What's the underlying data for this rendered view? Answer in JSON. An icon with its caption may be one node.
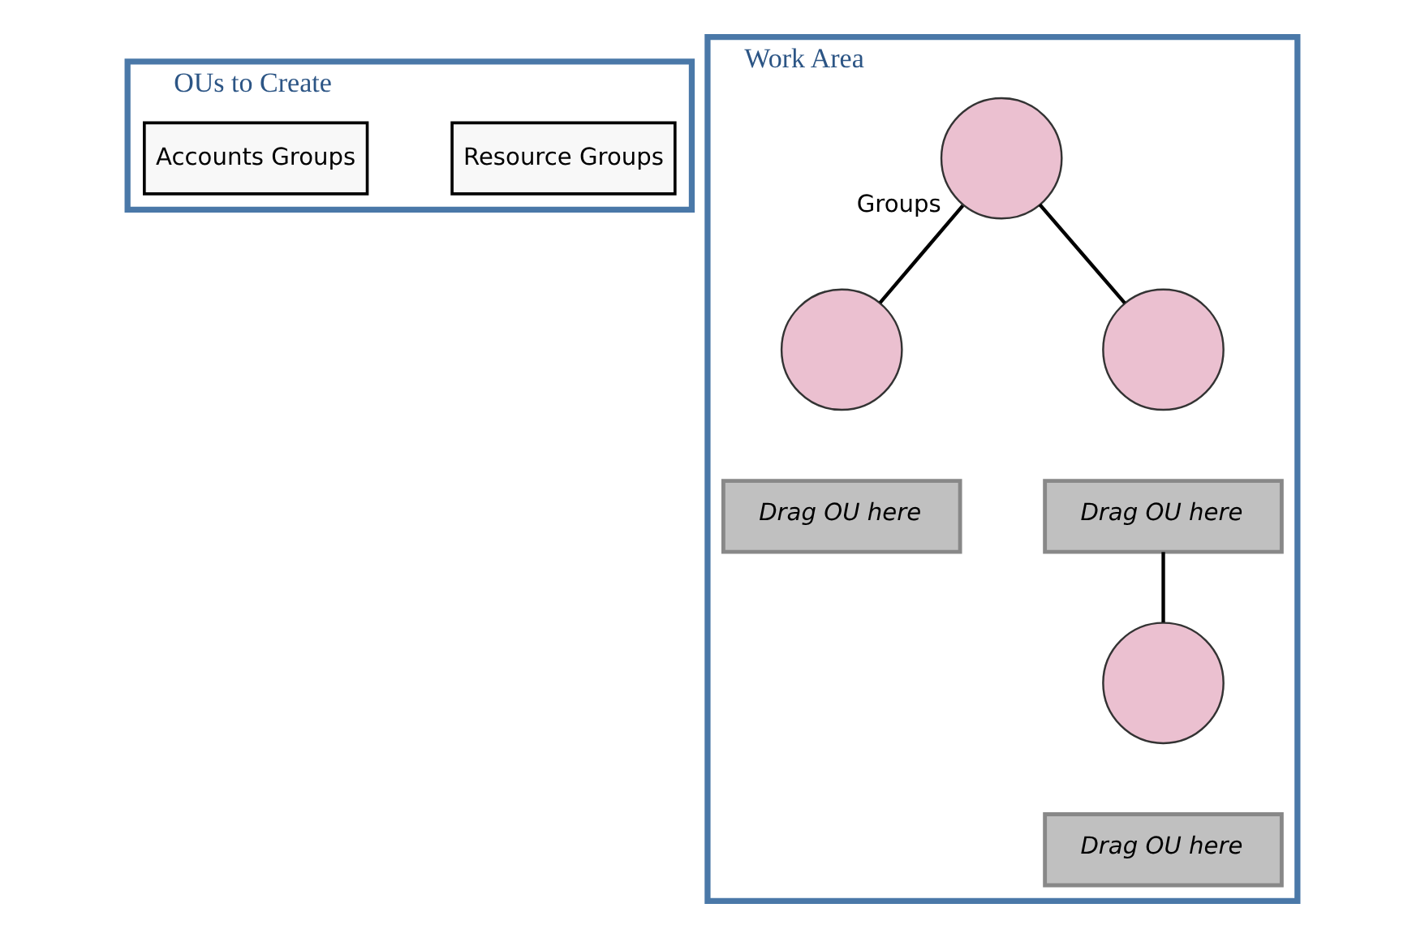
{
  "diagram": {
    "nodes": [
      {
        "text": [
          "OUs to Create"
        ]
      },
      {
        "text": [
          "Accounts Groups"
        ],
        "in": 0
      },
      {
        "text": [
          "Resource Groups"
        ],
        "in": 0
      },
      {
        "text": [
          "Work Area"
        ]
      },
      {
        "text": [],
        "shape": "circle",
        "beside": [
          "Groups"
        ],
        "in": 3
      },
      {
        "text": [],
        "shape": "circle",
        "in": 3
      },
      {
        "text": [
          "Drag OU here"
        ],
        "in": 3
      },
      {
        "text": [],
        "shape": "circle",
        "in": 3
      },
      {
        "text": [
          "Drag OU here"
        ],
        "in": 3
      },
      {
        "text": [],
        "shape": "circle",
        "in": 3
      },
      {
        "text": [
          "Drag OU here"
        ],
        "in": 3
      }
    ],
    "edges": [
      {
        "from": 4,
        "to": 5,
        "arrow": "none"
      },
      {
        "from": 4,
        "to": 7,
        "arrow": "none"
      },
      {
        "from": 8,
        "to": 9,
        "arrow": "none"
      }
    ]
  }
}
